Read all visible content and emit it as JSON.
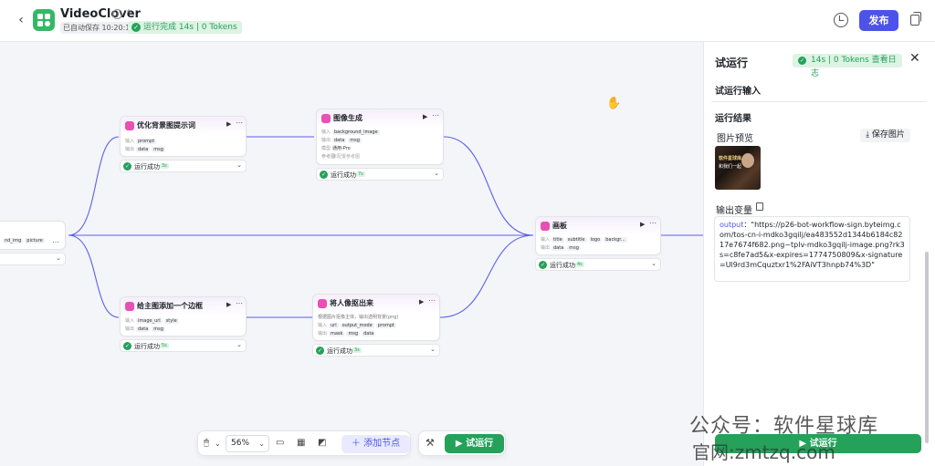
{
  "header": {
    "title": "VideoClover",
    "saved": "已自动保存 10:20:10",
    "run_status": "运行完成 14s | 0 Tokens",
    "publish": "发布"
  },
  "nodes": {
    "n1": {
      "title": "优化背景图提示词",
      "in_label": "输入",
      "out_label": "输出",
      "in": [
        "prompt"
      ],
      "out": [
        "data",
        "msg"
      ],
      "status": "运行成功",
      "dur": "3s"
    },
    "n2": {
      "title": "图像生成",
      "in_label": "输入",
      "out_label": "输出",
      "model_label": "模型",
      "ref_label": "参考图",
      "in": [
        "background_image"
      ],
      "out": [
        "data",
        "msg"
      ],
      "model": "通用-Pro",
      "ref": "未配置参考图",
      "status": "运行成功",
      "dur": "7s"
    },
    "n3": {
      "title": "画板",
      "in_label": "输入",
      "out_label": "输出",
      "in": [
        "title",
        "subtitle",
        "logo",
        "backgr..."
      ],
      "out": [
        "data",
        "msg"
      ],
      "status": "运行成功",
      "dur": "4s"
    },
    "n4": {
      "title": "给主图添加一个边框",
      "in_label": "输入",
      "out_label": "输出",
      "in": [
        "image_url",
        "style"
      ],
      "out": [
        "data",
        "msg"
      ],
      "status": "运行成功",
      "dur": "5s"
    },
    "n5": {
      "title": "将人像抠出来",
      "desc": "根据图片抠像主体，输出透明背景(png)",
      "in_label": "输入",
      "out_label": "输出",
      "in": [
        "url",
        "output_mode",
        "prompt"
      ],
      "out": [
        "mask",
        "msg",
        "data"
      ],
      "status": "运行成功",
      "dur": "3s"
    },
    "n0": {
      "chips": [
        "nd_img",
        "picture"
      ]
    }
  },
  "toolbar": {
    "zoom": "56%",
    "add_node": "添加节点",
    "run": "试运行"
  },
  "panel": {
    "title": "试运行",
    "badge": "14s | 0 Tokens  查看日志",
    "input_section": "试运行输入",
    "result_section": "运行结果",
    "preview_label": "图片预览",
    "save_image": "保存图片",
    "thumb_line1": "软件星球库",
    "thumb_line2": "和我们一起",
    "output_label": "输出变量",
    "output_key": "output",
    "output_value": "：\"https://p26-bot-workflow-sign.byteimg.com/tos-cn-i-mdko3gqilj/ea483552d1344b6184c8217e7674f682.png~tplv-mdko3gqilj-image.png?rk3s=c8fe7ad5&x-expires=1774750809&x-signature=Ul9rd3mCquztxr1%2FAiVT3hnpb74%3D\"",
    "run": "试运行"
  },
  "watermark": {
    "line1": "公众号：软件星球库",
    "line2": "官网:zmtzq.com"
  },
  "colors": {
    "accent": "#4d53e8",
    "success": "#25a15a",
    "node_icon": "#e94fb4"
  }
}
